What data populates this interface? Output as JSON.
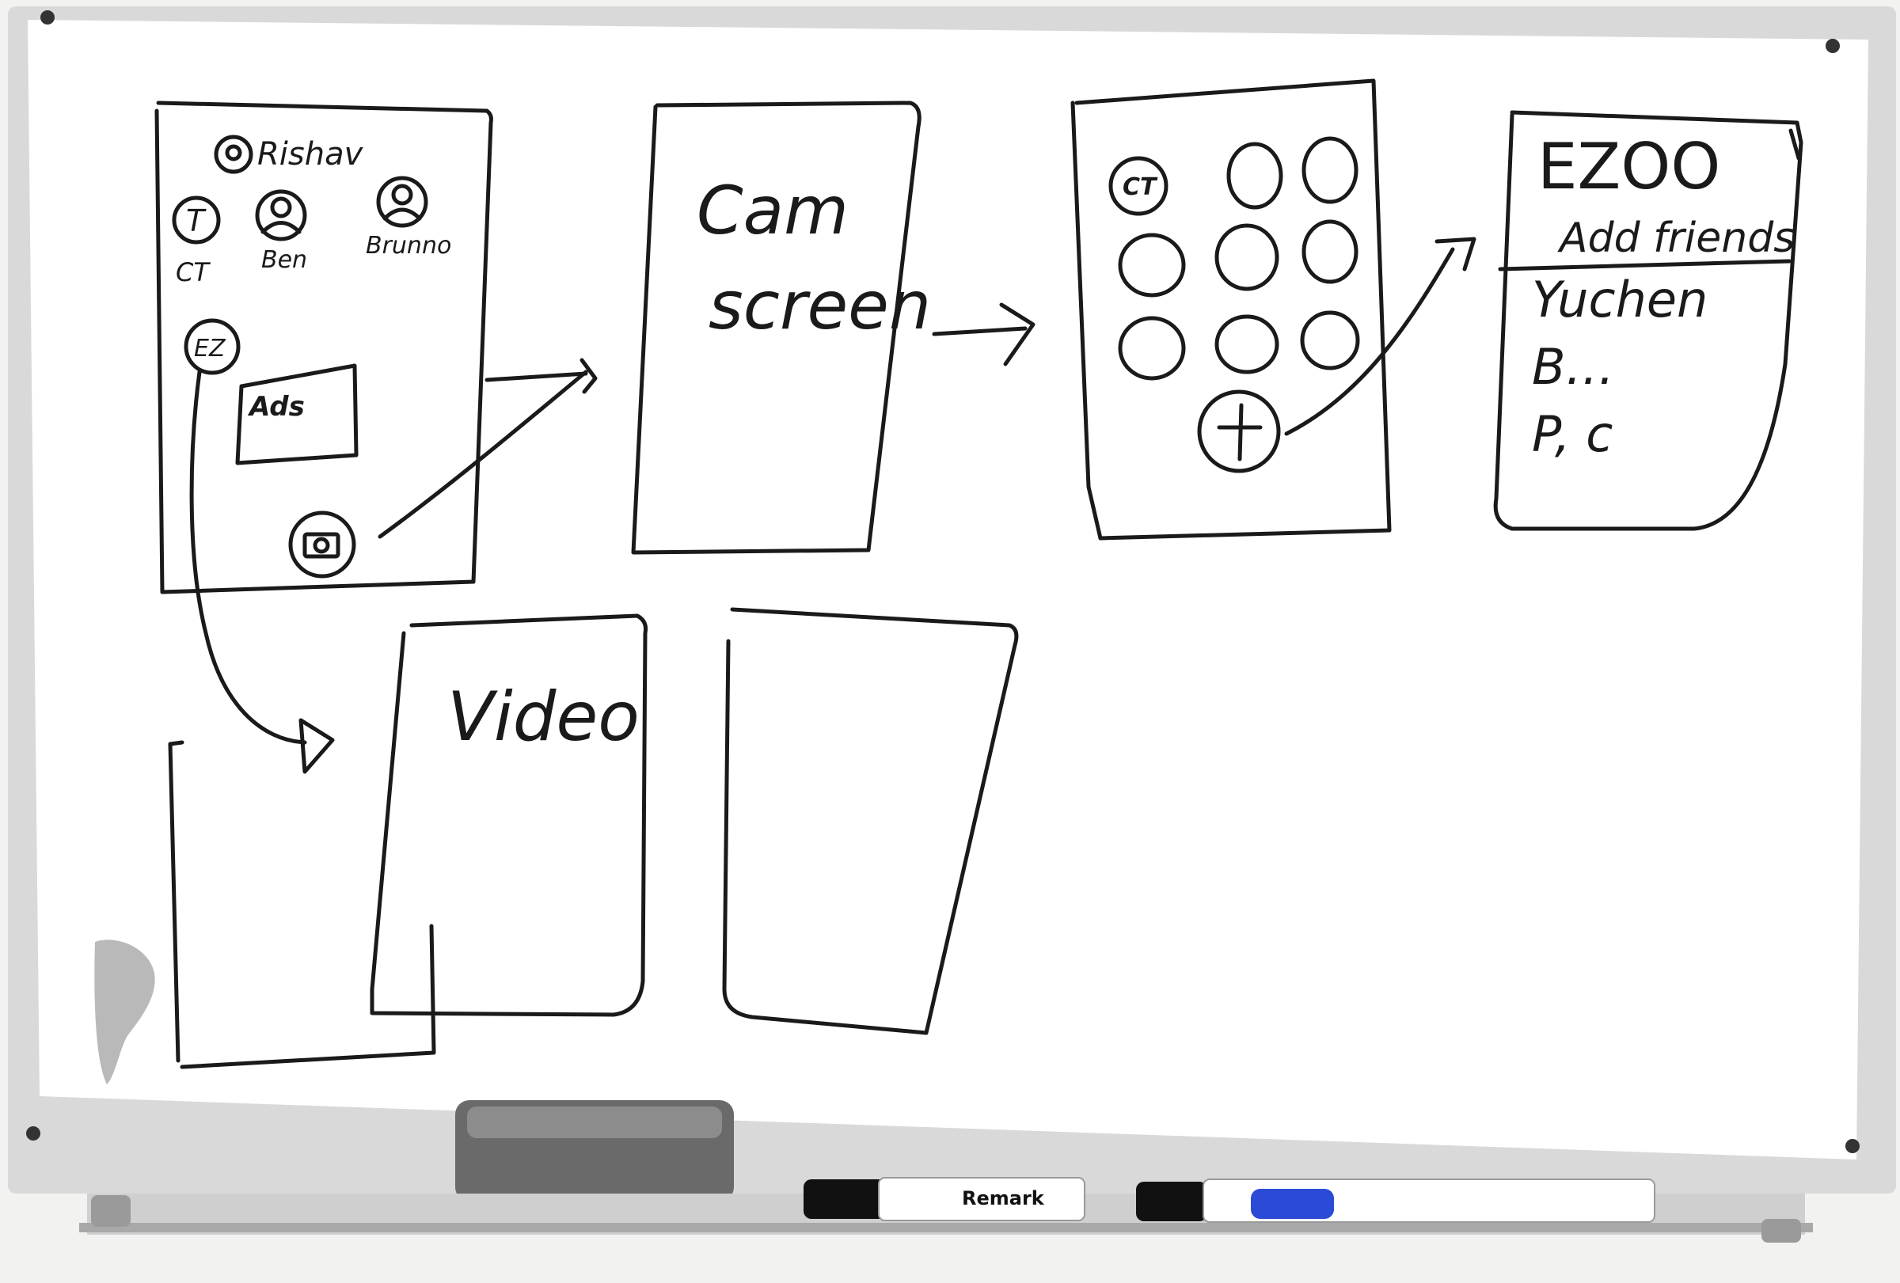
{
  "board": {
    "frame_color": "#d9d9d9",
    "surface_color": "#ffffff",
    "ink_color": "#1a1a1a"
  },
  "sketch_1": {
    "header_user": "Rishav",
    "friends": [
      {
        "initial": "T",
        "name": "CT"
      },
      {
        "initial": "",
        "name": "Ben"
      },
      {
        "initial": "",
        "name": "Brunno"
      }
    ],
    "story_bubble": "EZ",
    "ad_box": "Ads",
    "camera_icon": "camera-icon"
  },
  "sketch_2": {
    "line1": "Cam",
    "line2": "screen"
  },
  "sketch_3": {
    "first_cell": "CT",
    "add_button": "+"
  },
  "sketch_4": {
    "title": "EZOO",
    "subtitle": "Add friends",
    "list": [
      "Yuchen",
      "B…",
      "P, c"
    ]
  },
  "sketch_5": {
    "label": "Video"
  },
  "sketch_6": {
    "label": ""
  },
  "tray": {
    "marker_1_brand": "Remark",
    "marker_2_brand": "",
    "marker_1_color": "#000000",
    "marker_2_color": "#2b4bd6"
  }
}
